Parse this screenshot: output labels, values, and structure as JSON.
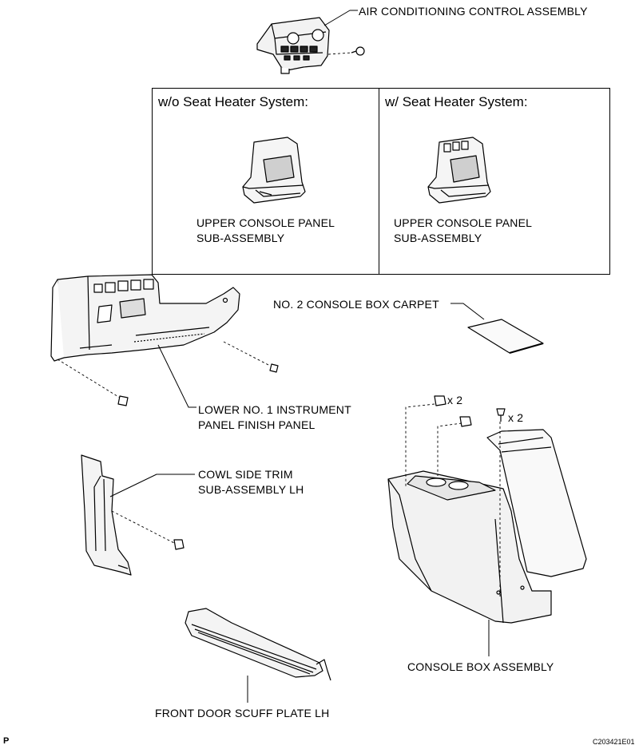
{
  "labels": {
    "ac_control": "AIR CONDITIONING CONTROL ASSEMBLY",
    "upper_panel_left_1": "UPPER CONSOLE PANEL",
    "upper_panel_left_2": "SUB-ASSEMBLY",
    "upper_panel_right_1": "UPPER CONSOLE PANEL",
    "upper_panel_right_2": "SUB-ASSEMBLY",
    "carpet": "NO. 2 CONSOLE BOX CARPET",
    "lower_panel_1": "LOWER NO. 1 INSTRUMENT",
    "lower_panel_2": "PANEL FINISH PANEL",
    "cowl_trim_1": "COWL SIDE TRIM",
    "cowl_trim_2": "SUB-ASSEMBLY LH",
    "console_box": "CONSOLE BOX ASSEMBLY",
    "scuff_plate": "FRONT DOOR SCUFF PLATE LH",
    "qty_clip": "x 2",
    "qty_screw": "x 2"
  },
  "variant_box": {
    "left_header": "w/o Seat Heater System:",
    "right_header": "w/ Seat Heater System:"
  },
  "footer": {
    "page_mark": "P",
    "figure_id": "C203421E01"
  },
  "icons": [
    "screw-icon",
    "clip-icon",
    "bolt-icon"
  ]
}
